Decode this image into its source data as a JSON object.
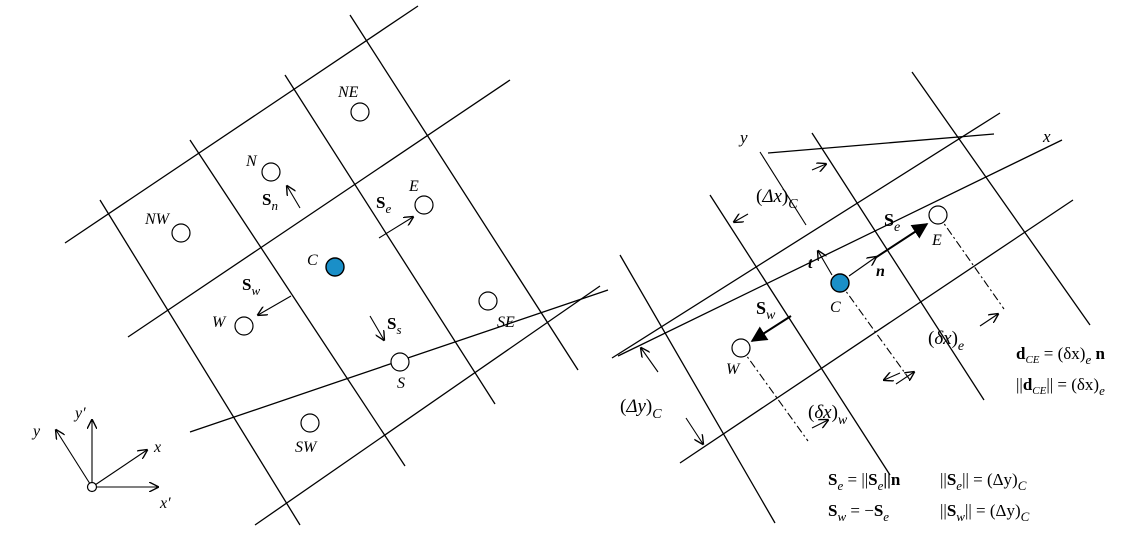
{
  "colors": {
    "center_node": "#1a8fc8",
    "line": "#000000",
    "background": "#ffffff"
  },
  "left_mesh": {
    "nodes": {
      "C": "C",
      "N": "N",
      "S": "S",
      "E": "E",
      "W": "W",
      "NE": "NE",
      "NW": "NW",
      "SE": "SE",
      "SW": "SW"
    },
    "face_vectors": {
      "n": "n",
      "s": "s",
      "e": "e",
      "w": "w",
      "S": "S"
    }
  },
  "axes": {
    "x": "x",
    "y": "y",
    "x_prime": "x′",
    "y_prime": "y′"
  },
  "right_mesh": {
    "axis_x": "x",
    "axis_y": "y",
    "nodes": {
      "C": "C",
      "E": "E",
      "W": "W"
    },
    "unit_t": "t",
    "unit_n": "n",
    "delta_x_C": {
      "open": "(",
      "main": "Δx",
      "close": ")",
      "sub": "C"
    },
    "delta_y_C": {
      "open": "(",
      "main": "Δy",
      "close": ")",
      "sub": "C"
    },
    "dx_e": {
      "open": "(",
      "main": "δx",
      "close": ")",
      "sub": "e"
    },
    "dx_w": {
      "open": "(",
      "main": "δx",
      "close": ")",
      "sub": "w"
    },
    "Se": {
      "main": "S",
      "sub": "e"
    },
    "Sw": {
      "main": "S",
      "sub": "w"
    }
  },
  "equations": {
    "d_CE": {
      "bold": "d",
      "sub": "CE",
      "eq": " = (δx)",
      "sub2": "e",
      "tail": " n"
    },
    "norm_d_CE": {
      "open": "||",
      "bold": "d",
      "sub": "CE",
      "close": "|| = (δx)",
      "sub2": "e"
    },
    "Se_def": {
      "lhs": "S",
      "lhs_sub": "e",
      "mid": " = ||",
      "bold2": "S",
      "sub2": "e",
      "tail": "||n"
    },
    "norm_Se": {
      "open": "||",
      "bold": "S",
      "sub": "e",
      "close": "|| = (Δy)",
      "sub2": "C"
    },
    "Sw_def": {
      "lhs": "S",
      "lhs_sub": "w",
      "mid": " = −",
      "bold2": "S",
      "sub2": "e"
    },
    "norm_Sw": {
      "open": "||",
      "bold": "S",
      "sub": "w",
      "close": "|| = (Δy)",
      "sub2": "C"
    }
  }
}
